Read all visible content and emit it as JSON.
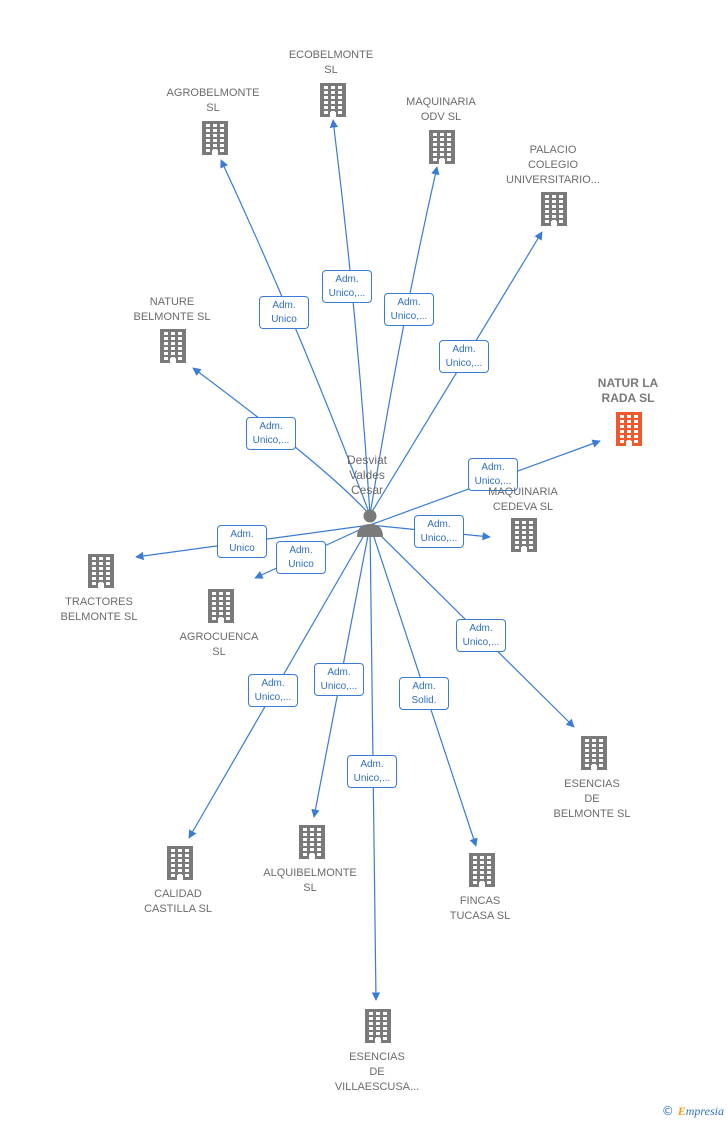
{
  "center": {
    "label": "Desviat\nValdes\nCesar"
  },
  "colors": {
    "edge": "#3a7bd5",
    "building": "#7a7a7a",
    "building_highlight": "#f0592b",
    "person": "#7a7a7a"
  },
  "nodes": [
    {
      "id": "ecobelmonte",
      "label": "ECOBELMONTE\nSL",
      "highlight": false
    },
    {
      "id": "agrobelmonte",
      "label": "AGROBELMONTE\nSL",
      "highlight": false
    },
    {
      "id": "maquinaria-odv",
      "label": "MAQUINARIA\nODV  SL",
      "highlight": false
    },
    {
      "id": "palacio-colegio",
      "label": "PALACIO\nCOLEGIO\nUNIVERSITARIO...",
      "highlight": false
    },
    {
      "id": "nature-belmonte",
      "label": "NATURE\nBELMONTE  SL",
      "highlight": false
    },
    {
      "id": "natur-la-rada",
      "label": "NATUR LA\nRADA  SL",
      "highlight": true
    },
    {
      "id": "maquinaria-cedeva",
      "label": "MAQUINARIA\nCEDEVA  SL",
      "highlight": false
    },
    {
      "id": "tractores-belmonte",
      "label": "TRACTORES\nBELMONTE SL",
      "highlight": false
    },
    {
      "id": "agrocuenca",
      "label": "AGROCUENCA\nSL",
      "highlight": false
    },
    {
      "id": "esencias-belmonte",
      "label": "ESENCIAS\nDE\nBELMONTE  SL",
      "highlight": false
    },
    {
      "id": "calidad-castilla",
      "label": "CALIDAD\nCASTILLA  SL",
      "highlight": false
    },
    {
      "id": "alquibelmonte",
      "label": "ALQUIBELMONTE\nSL",
      "highlight": false
    },
    {
      "id": "fincas-tucasa",
      "label": "FINCAS\nTUCASA  SL",
      "highlight": false
    },
    {
      "id": "esencias-villaescusa",
      "label": "ESENCIAS\nDE\nVILLAESCUSA...",
      "highlight": false
    }
  ],
  "edges": [
    {
      "target": "ecobelmonte",
      "label": "Adm.\nUnico,..."
    },
    {
      "target": "agrobelmonte",
      "label": "Adm.\nUnico"
    },
    {
      "target": "maquinaria-odv",
      "label": "Adm.\nUnico,..."
    },
    {
      "target": "palacio-colegio",
      "label": "Adm.\nUnico,..."
    },
    {
      "target": "nature-belmonte",
      "label": "Adm.\nUnico,..."
    },
    {
      "target": "natur-la-rada",
      "label": "Adm.\nUnico,..."
    },
    {
      "target": "maquinaria-cedeva",
      "label": "Adm.\nUnico,..."
    },
    {
      "target": "tractores-belmonte",
      "label": "Adm.\nUnico"
    },
    {
      "target": "agrocuenca",
      "label": "Adm.\nUnico"
    },
    {
      "target": "esencias-belmonte",
      "label": "Adm.\nUnico,..."
    },
    {
      "target": "calidad-castilla",
      "label": "Adm.\nUnico,..."
    },
    {
      "target": "alquibelmonte",
      "label": "Adm.\nUnico,..."
    },
    {
      "target": "fincas-tucasa",
      "label": "Adm.\nSolid."
    },
    {
      "target": "esencias-villaescusa",
      "label": "Adm.\nUnico,..."
    }
  ],
  "footer": {
    "copyright": "©",
    "brand_initial": "E",
    "brand_rest": "mpresia"
  }
}
